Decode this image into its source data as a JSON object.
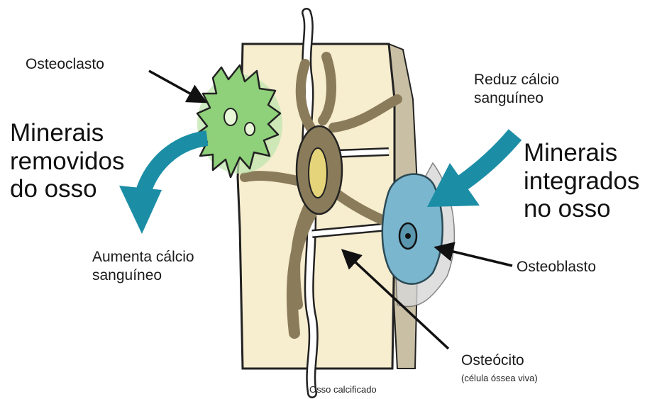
{
  "labels": {
    "osteoclast": "Osteoclasto",
    "minerals_removed": "Minerais\nremovidos\ndo osso",
    "increase_calcium": "Aumenta cálcio\nsanguíneo",
    "reduce_calcium": "Reduz cálcio\nsanguíneo",
    "minerals_integrated": "Minerais\nintegrados\nno osso",
    "osteoblast": "Osteoblasto",
    "osteocyte": "Osteócito",
    "osteocyte_sub": "(célula óssea viva)",
    "calcified_bone": "Osso calcificado"
  },
  "colors": {
    "bone": "#f7edcf",
    "bone_outline": "#222222",
    "osteoclast": "#8fd07a",
    "osteocyte_body": "#8a7c5a",
    "osteocyte_nucleus": "#e6d47a",
    "osteoblast": "#7bb6cf",
    "teal_arrow": "#1b8ea6",
    "black_arrow": "#111111"
  }
}
